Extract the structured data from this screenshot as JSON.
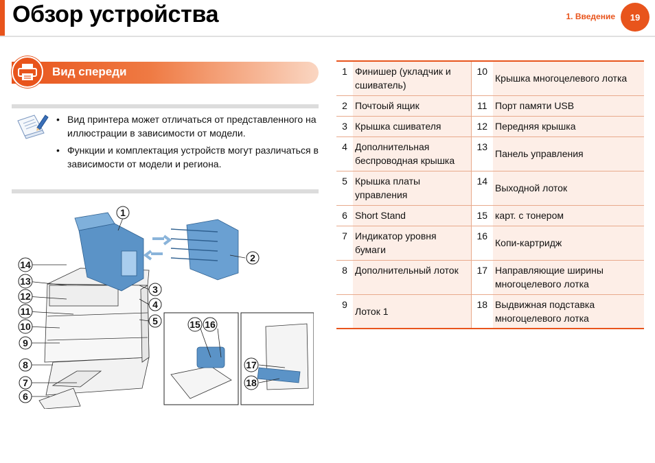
{
  "header": {
    "title": "Обзор устройства",
    "breadcrumb": "1.  Введение",
    "page_number": "19",
    "accent_color": "#e8541c"
  },
  "section": {
    "title": "Вид спереди",
    "icon": "printer-icon"
  },
  "note": {
    "icon": "note-pencil-icon",
    "items": [
      "Вид принтера может отличаться от представленного на иллюстрации в зависимости от модели.",
      "Функции и комплектация устройств могут различаться в зависимости от модели и региона."
    ]
  },
  "figure": {
    "callouts": [
      "1",
      "2",
      "3",
      "4",
      "5",
      "6",
      "7",
      "8",
      "9",
      "10",
      "11",
      "12",
      "13",
      "14",
      "15",
      "16",
      "17",
      "18"
    ]
  },
  "legend": {
    "rows": [
      {
        "n1": "1",
        "l1": "Финишер (укладчик и сшиватель)",
        "n2": "10",
        "l2": "Крышка многоцелевого лотка"
      },
      {
        "n1": "2",
        "l1": "Почтоый ящик",
        "n2": "11",
        "l2": "Порт памяти USB"
      },
      {
        "n1": "3",
        "l1": "Крышка сшивателя",
        "n2": "12",
        "l2": "Передняя крышка"
      },
      {
        "n1": "4",
        "l1": "Дополнительная беспроводная крышка",
        "n2": "13",
        "l2": "Панель управления"
      },
      {
        "n1": "5",
        "l1": "Крышка платы управления",
        "n2": "14",
        "l2": "Выходной лоток"
      },
      {
        "n1": "6",
        "l1": "Short Stand",
        "n2": "15",
        "l2": "карт. с тонером"
      },
      {
        "n1": "7",
        "l1": "Индикатор уровня бумаги",
        "n2": "16",
        "l2": "Копи-картридж"
      },
      {
        "n1": "8",
        "l1": "Дополнительный лоток",
        "n2": "17",
        "l2": "Направляющие ширины многоцелевого лотка"
      },
      {
        "n1": "9",
        "l1": "Лоток 1",
        "n2": "18",
        "l2": "Выдвижная подставка многоцелевого лотка"
      }
    ]
  }
}
